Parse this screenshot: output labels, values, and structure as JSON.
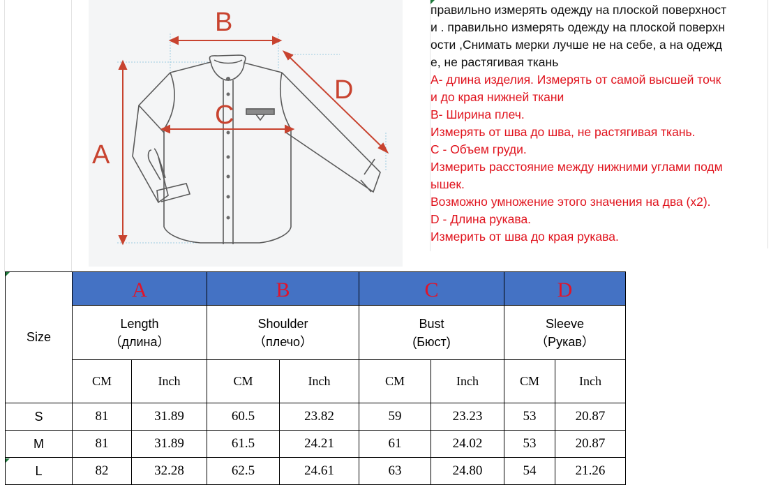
{
  "diagram": {
    "labels": {
      "a": "A",
      "b": "B",
      "c": "C",
      "d": "D"
    },
    "colors": {
      "arrow": "#c8432f",
      "outline": "#5a5a5a",
      "guide": "#9ccbe0",
      "background": "#f4f5f6"
    }
  },
  "notes": {
    "black_lines": [
      "правильно измерять одежду на плоской поверхност",
      "и . правильно измерять одежду на плоской поверхн",
      "ости ,Снимать мерки лучше не на себе, а на одежд",
      "е, не растягивая ткань"
    ],
    "red_lines": [
      "А-  длина изделия. Измерять от самой высшей точк",
      "и до края нижней ткани",
      "В- Ширина плеч.",
      "Измерять от шва до шва, не растягивая ткань.",
      "С - Объем груди.",
      "Измерить расстояние между нижними углами подм",
      "ышек.",
      "Возможно умножение этого значения на два (x2).",
      "D - Длина рукава.",
      "Измерить от шва до края рукава."
    ],
    "colors": {
      "black": "#111111",
      "red": "#e0141e"
    }
  },
  "table": {
    "size_header": "Size",
    "groups": [
      {
        "letter": "A",
        "name": "Length",
        "translation": "（длина）"
      },
      {
        "letter": "B",
        "name": "Shoulder",
        "translation": "（плечо）"
      },
      {
        "letter": "C",
        "name": "Bust",
        "translation": "(Бюст)"
      },
      {
        "letter": "D",
        "name": "Sleeve",
        "translation": "（Рукав）"
      }
    ],
    "units": {
      "cm": "CM",
      "inch": "Inch"
    },
    "rows": [
      {
        "size": "S",
        "length_cm": "81",
        "length_in": "31.89",
        "shoulder_cm": "60.5",
        "shoulder_in": "23.82",
        "bust_cm": "59",
        "bust_in": "23.23",
        "sleeve_cm": "53",
        "sleeve_in": "20.87"
      },
      {
        "size": "M",
        "length_cm": "81",
        "length_in": "31.89",
        "shoulder_cm": "61.5",
        "shoulder_in": "24.21",
        "bust_cm": "61",
        "bust_in": "24.02",
        "sleeve_cm": "53",
        "sleeve_in": "20.87"
      },
      {
        "size": "L",
        "length_cm": "82",
        "length_in": "32.28",
        "shoulder_cm": "62.5",
        "shoulder_in": "24.61",
        "bust_cm": "63",
        "bust_in": "24.80",
        "sleeve_cm": "54",
        "sleeve_in": "21.26"
      }
    ],
    "colors": {
      "header_bg": "#4472c4",
      "header_letter": "#e0142a",
      "border": "#000000"
    }
  }
}
